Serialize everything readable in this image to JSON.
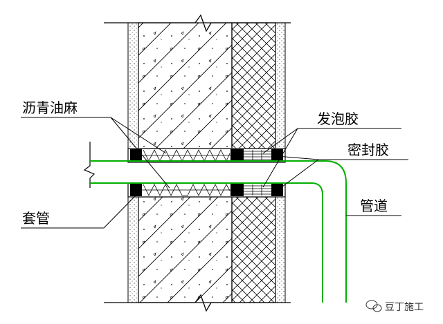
{
  "labels": {
    "asphalt_hemp": "沥青油麻",
    "foam_glue": "发泡胶",
    "sealant": "密封胶",
    "sleeve": "套管",
    "pipe": "管道"
  },
  "watermark": "豆丁施工",
  "colors": {
    "line": "#000000",
    "pipe": "#00b000",
    "background": "#ffffff"
  }
}
